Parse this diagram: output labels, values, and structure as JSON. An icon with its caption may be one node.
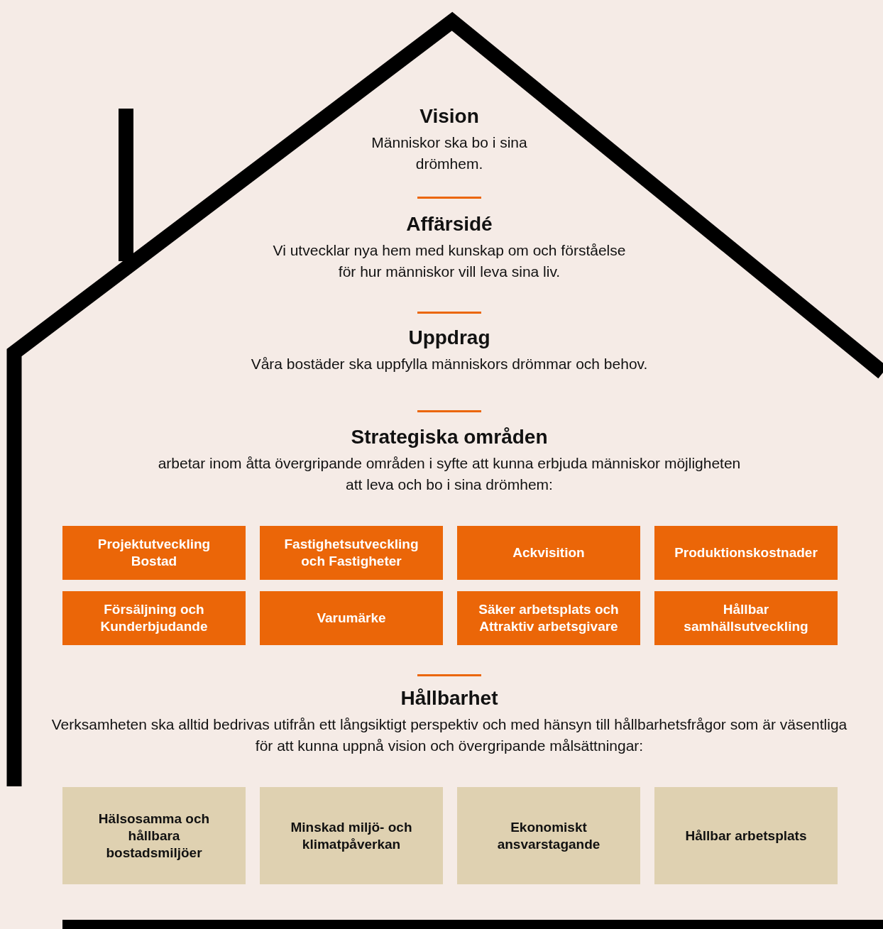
{
  "diagram": {
    "nodes": [
      {
        "text": [
          "Vision",
          "Människor ska bo i sina drömhem."
        ]
      },
      {
        "text": [
          "Affärsidé",
          "Vi utvecklar nya hem med kunskap om och förståelse för hur människor vill leva sina liv."
        ]
      },
      {
        "text": [
          "Uppdrag",
          "Våra bostäder ska uppfylla människors drömmar och behov."
        ]
      },
      {
        "text": [
          "Strategiska områden",
          "arbetar inom åtta övergripande områden i syfte att kunna erbjuda människor möjligheten att leva och bo i sina drömhem:"
        ]
      },
      {
        "text": [
          "Projektutveckling Bostad"
        ]
      },
      {
        "text": [
          "Fastighetsutveckling och Fastigheter"
        ]
      },
      {
        "text": [
          "Ackvisition"
        ]
      },
      {
        "text": [
          "Produktionskostnader"
        ]
      },
      {
        "text": [
          "Försäljning och Kunderbjudande"
        ]
      },
      {
        "text": [
          "Varumärke"
        ]
      },
      {
        "text": [
          "Säker arbetsplats och Attraktiv arbetsgivare"
        ]
      },
      {
        "text": [
          "Hållbar samhällsutveckling"
        ]
      },
      {
        "text": [
          "Hållbarhet",
          "Verksamheten ska alltid bedrivas utifrån ett långsiktigt perspektiv och med hänsyn till hållbarhetsfrågor som är väsentliga för att kunna uppnå vision och övergripande målsättningar:"
        ]
      },
      {
        "text": [
          "Hälsosamma och hållbara bostadsmiljöer"
        ]
      },
      {
        "text": [
          "Minskad miljö- och klimatpåverkan"
        ]
      },
      {
        "text": [
          "Ekonomiskt ansvarstagande"
        ]
      },
      {
        "text": [
          "Hållbar arbetsplats"
        ]
      }
    ]
  }
}
